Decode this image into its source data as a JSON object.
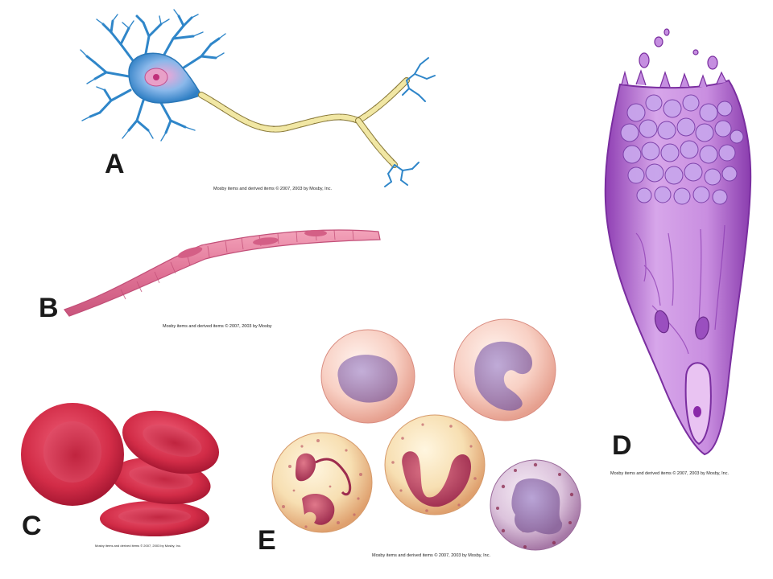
{
  "panels": {
    "a": {
      "letter": "A",
      "credit": "Mosby items and derived items © 2007, 2003 by Mosby, Inc."
    },
    "b": {
      "letter": "B",
      "credit": "Mosby items and derived items © 2007, 2003 by Mosby"
    },
    "c": {
      "letter": "C",
      "credit": "Mosby items and derived items © 2007, 2003 by Mosby, Inc."
    },
    "d": {
      "letter": "D",
      "credit": "Mosby items and derived items © 2007, 2003 by Mosby, Inc."
    },
    "e": {
      "letter": "E",
      "credit": "Mosby items and derived items © 2007, 2003 by Mosby, Inc."
    }
  },
  "colors": {
    "neuron": "#3a8fd0",
    "myelin": "#e8dc8a",
    "muscle": "#e07a98",
    "rbc": "#d8344f",
    "goblet": "#b36bd0",
    "wbc_plain": "#f6c9bd",
    "wbc_granular": "#f7dcae",
    "wbc_purple": "#c9a3c9"
  }
}
